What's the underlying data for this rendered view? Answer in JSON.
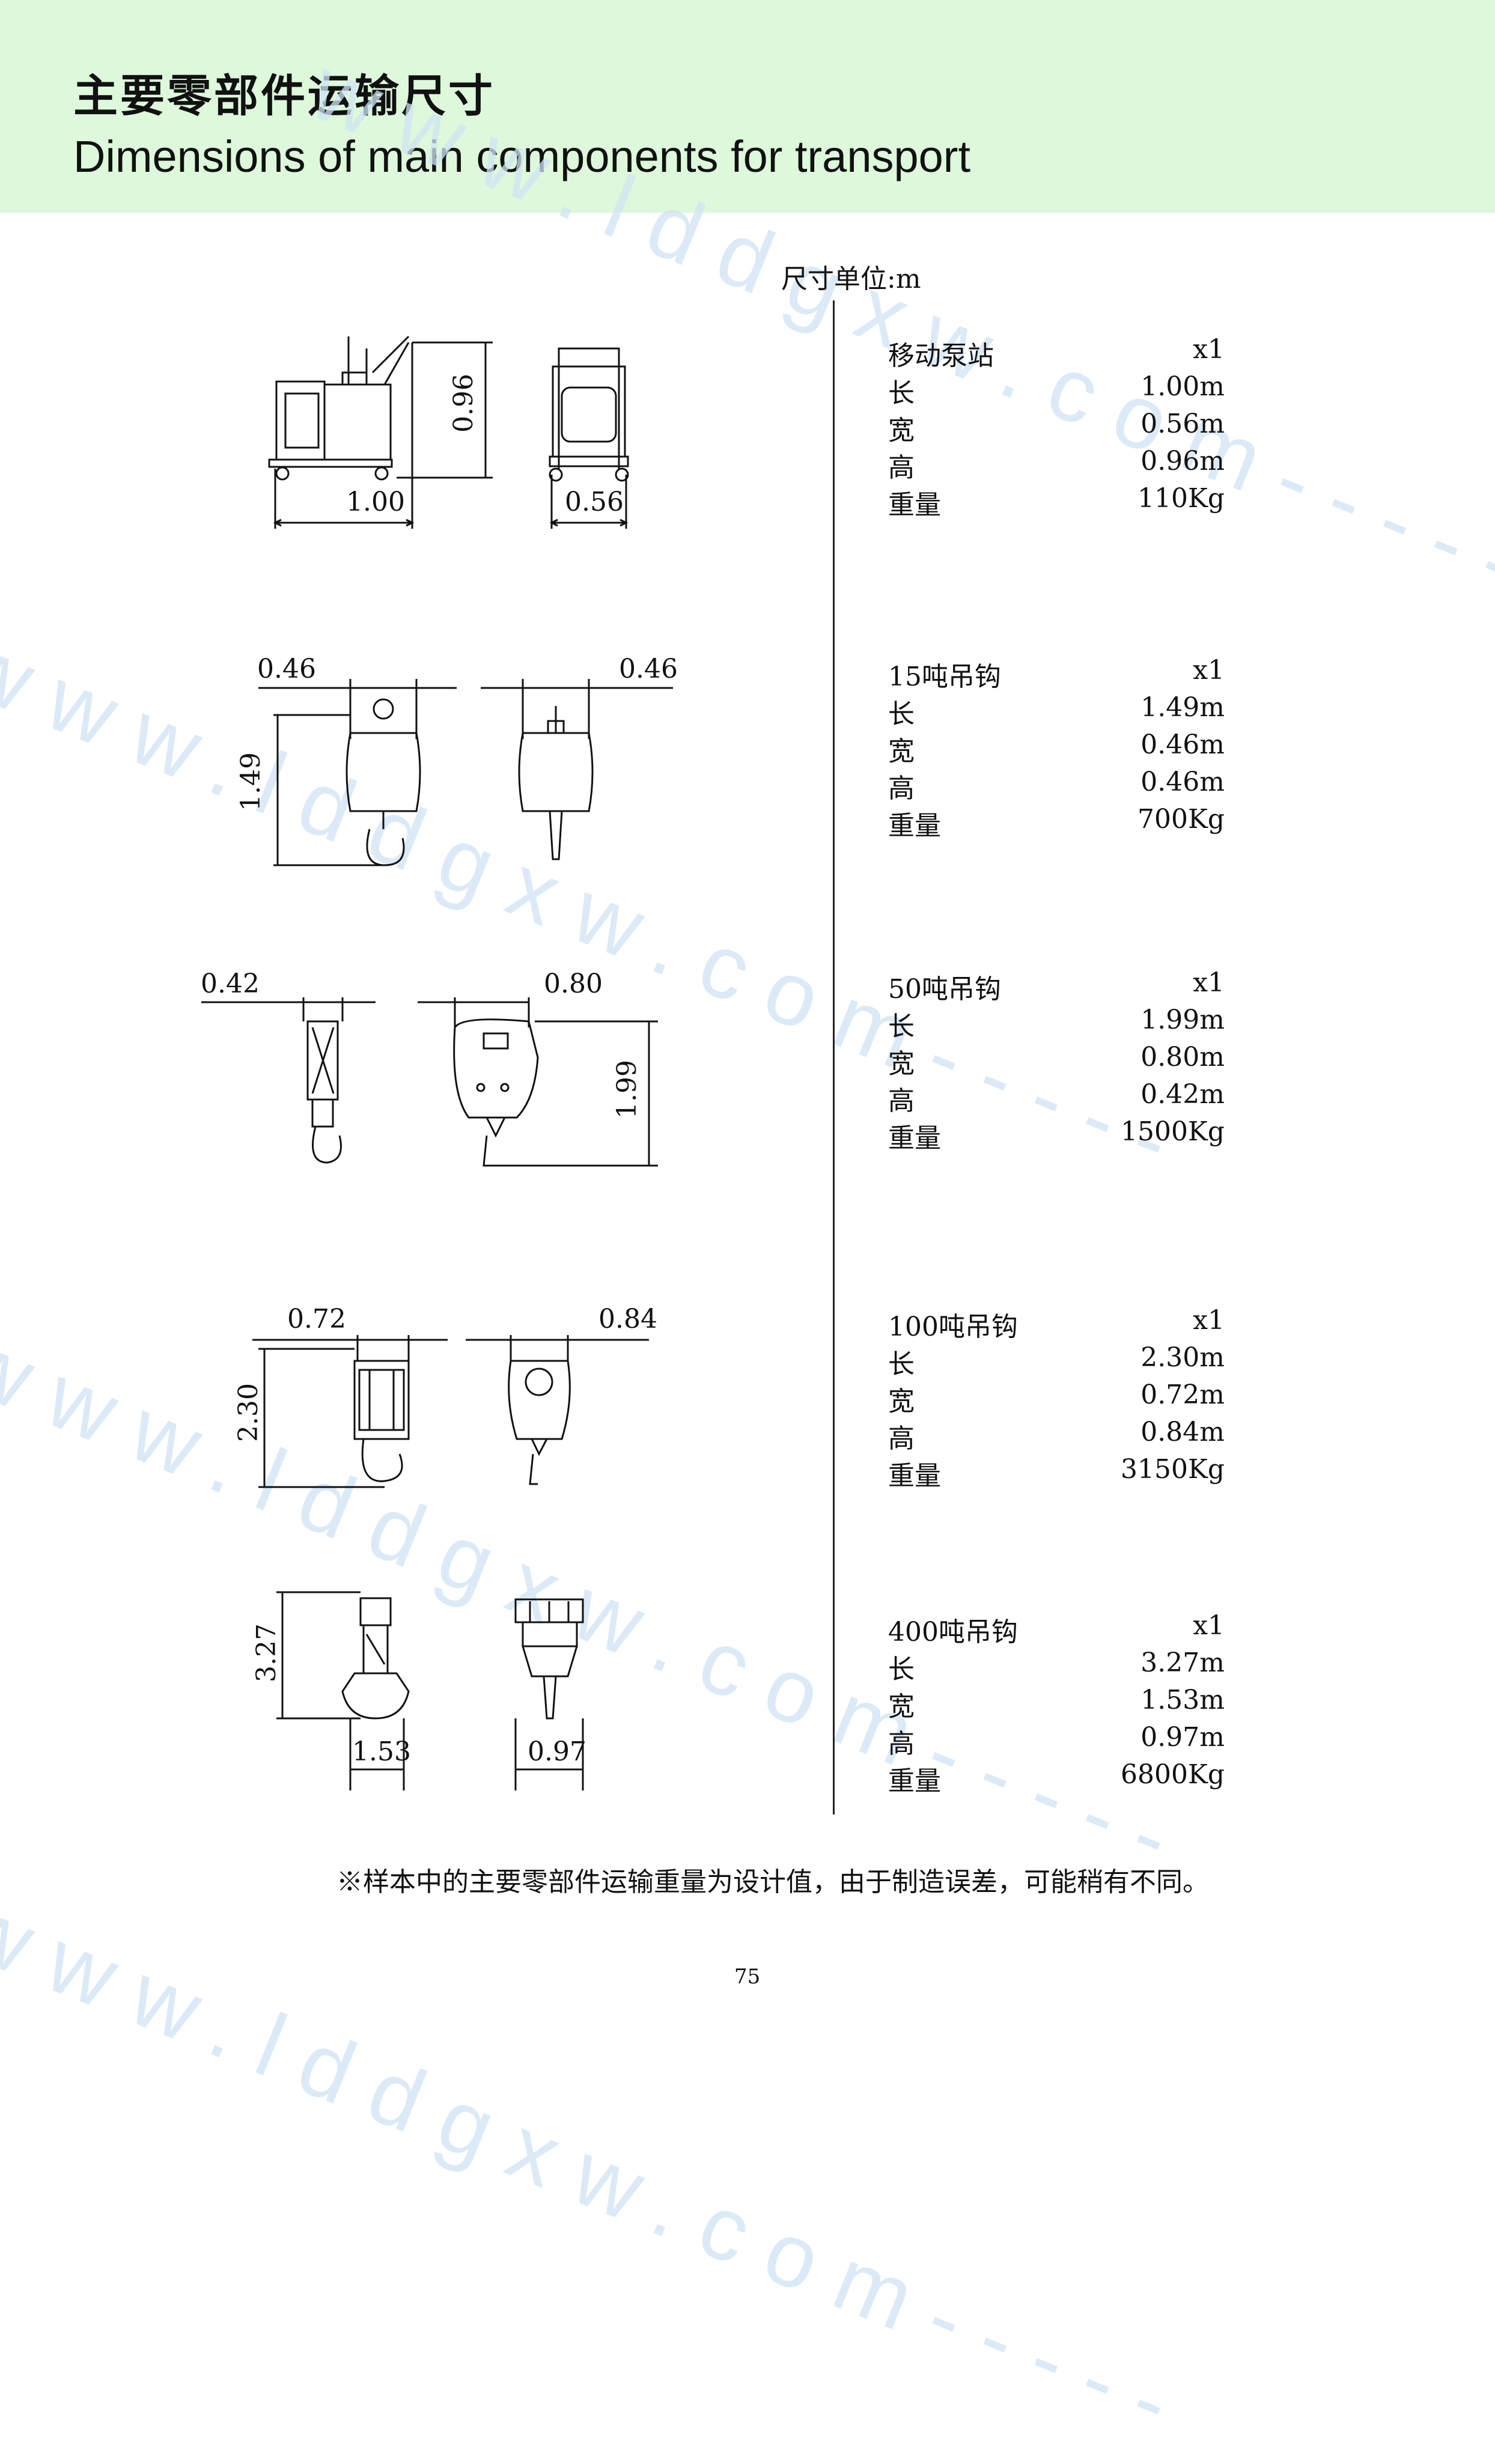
{
  "header": {
    "title_cn": "主要零部件运输尺寸",
    "title_en": "Dimensions of main components for transport",
    "background": "#ddf8db"
  },
  "watermark_text": "www.lddgxw.com-----",
  "unit_label": "尺寸单位:m",
  "specs": [
    {
      "name": "移动泵站",
      "qty": "x1",
      "rows": [
        {
          "label": "长",
          "value": "1.00m"
        },
        {
          "label": "宽",
          "value": "0.56m"
        },
        {
          "label": "高",
          "value": "0.96m"
        },
        {
          "label": "重量",
          "value": "110Kg"
        }
      ]
    },
    {
      "name": "15吨吊钩",
      "qty": "x1",
      "rows": [
        {
          "label": "长",
          "value": "1.49m"
        },
        {
          "label": "宽",
          "value": "0.46m"
        },
        {
          "label": "高",
          "value": "0.46m"
        },
        {
          "label": "重量",
          "value": "700Kg"
        }
      ]
    },
    {
      "name": "50吨吊钩",
      "qty": "x1",
      "rows": [
        {
          "label": "长",
          "value": "1.99m"
        },
        {
          "label": "宽",
          "value": "0.80m"
        },
        {
          "label": "高",
          "value": "0.42m"
        },
        {
          "label": "重量",
          "value": "1500Kg"
        }
      ]
    },
    {
      "name": "100吨吊钩",
      "qty": "x1",
      "rows": [
        {
          "label": "长",
          "value": "2.30m"
        },
        {
          "label": "宽",
          "value": "0.72m"
        },
        {
          "label": "高",
          "value": "0.84m"
        },
        {
          "label": "重量",
          "value": "3150Kg"
        }
      ]
    },
    {
      "name": "400吨吊钩",
      "qty": "x1",
      "rows": [
        {
          "label": "长",
          "value": "3.27m"
        },
        {
          "label": "宽",
          "value": "1.53m"
        },
        {
          "label": "高",
          "value": "0.97m"
        },
        {
          "label": "重量",
          "value": "6800Kg"
        }
      ]
    }
  ],
  "drawings": {
    "pump": {
      "length": "1.00",
      "width": "0.56",
      "height": "0.96"
    },
    "hook15": {
      "side_width": "0.46",
      "front_width": "0.46",
      "height": "1.49"
    },
    "hook50": {
      "side_width": "0.42",
      "front_width": "0.80",
      "height": "1.99"
    },
    "hook100": {
      "side_width": "0.72",
      "front_width": "0.84",
      "height": "2.30"
    },
    "hook400": {
      "height": "3.27",
      "side_width": "1.53",
      "front_width": "0.97"
    }
  },
  "footnote": "※样本中的主要零部件运输重量为设计值，由于制造误差，可能稍有不同。",
  "page_number": "75"
}
